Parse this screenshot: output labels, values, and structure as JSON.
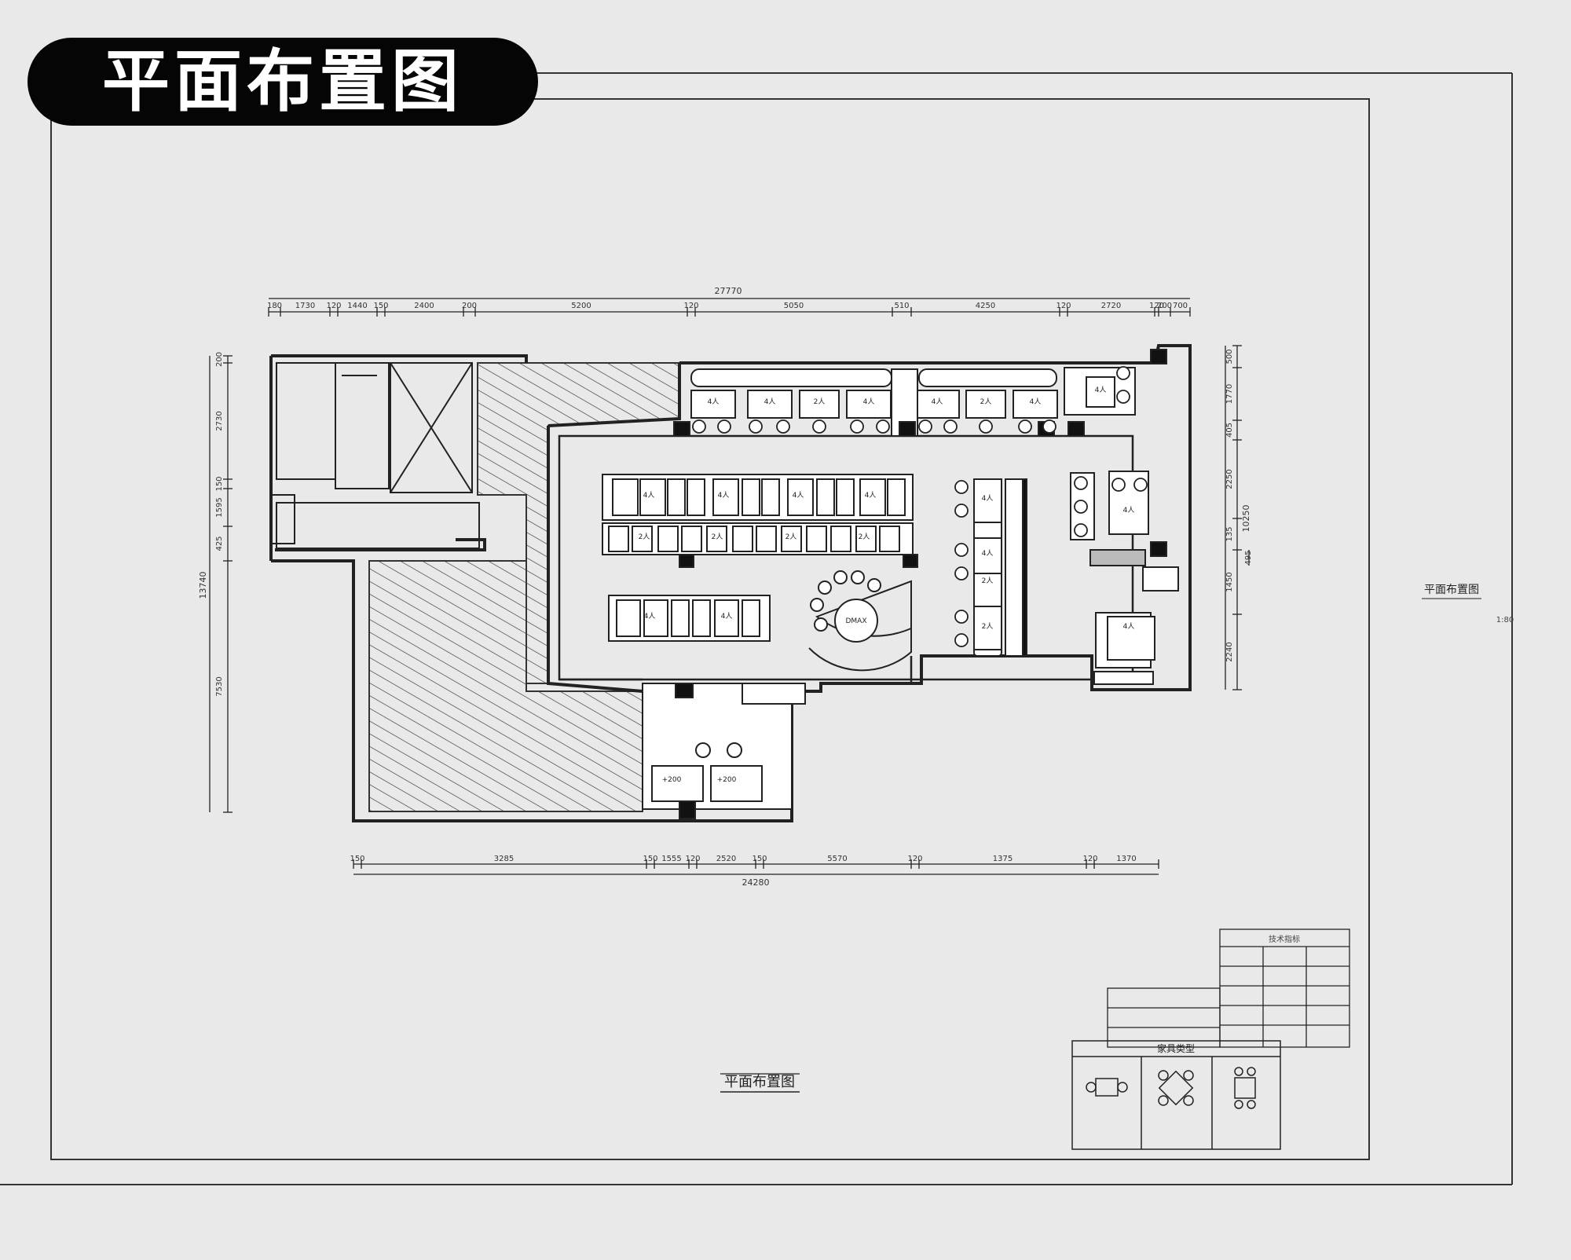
{
  "header": {
    "title": "平面布置图"
  },
  "plan": {
    "title": "平面布置图",
    "side_title": "平面布置图",
    "side_scale": "1:80",
    "top_total": "27770",
    "top_dims": [
      "180",
      "1730",
      "120",
      "1440",
      "150",
      "2400",
      "200",
      "5200",
      "120",
      "5050",
      "510",
      "4250",
      "120",
      "2720",
      "120",
      "200",
      "700"
    ],
    "bottom_total": "24280",
    "bottom_dims": [
      "150",
      "3285",
      "150",
      "1555",
      "120",
      "2520",
      "150",
      "5570",
      "120",
      "1375",
      "120",
      "1370"
    ],
    "left_total": "13740",
    "left_dims": [
      "200",
      "2730",
      "150",
      "1595",
      "425",
      "7530"
    ],
    "right_total": "10250",
    "right_dims": [
      "500",
      "1770",
      "405",
      "2250",
      "135",
      "1450",
      "2240"
    ],
    "right_small": "495",
    "table_labels": [
      "4人",
      "4人",
      "2人",
      "4人",
      "4人",
      "2人",
      "4人",
      "4人",
      "4人",
      "4人",
      "4人",
      "4人",
      "2人",
      "2人",
      "2人",
      "2人",
      "4人",
      "4人",
      "4人",
      "4人",
      "2人",
      "2人",
      "4人",
      "4人"
    ],
    "round_label": "DMAX",
    "restroom_labels": [
      "+200",
      "+200"
    ]
  },
  "legend": {
    "furniture_title": "家具类型",
    "spec_labels": [
      "",
      "",
      ""
    ],
    "table_header": "技术指标"
  }
}
